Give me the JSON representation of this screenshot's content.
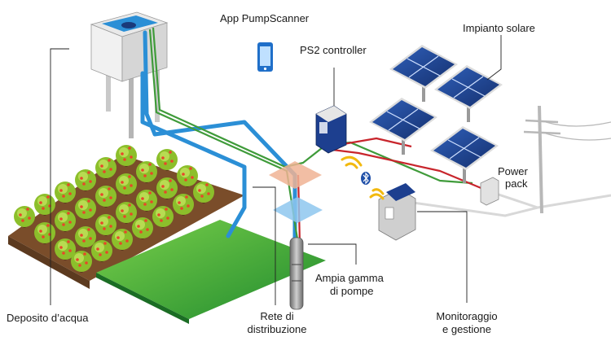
{
  "labels": {
    "app": "App PumpScanner",
    "controller": "PS2 controller",
    "solar": "Impianto solare",
    "power_line1": "Power",
    "power_line2": "pack",
    "pumps_line1": "Ampia gamma",
    "pumps_line2": "di pompe",
    "tank": "Deposito d’acqua",
    "network_line1": "Rete di",
    "network_line2": "distribuzione",
    "monitor_line1": "Monitoraggio",
    "monitor_line2": "e gestione"
  },
  "icons": [
    "smartphone-icon",
    "bluetooth-icon",
    "wireless-signal-icon"
  ],
  "colors": {
    "water_pipe": "#2b8fd6",
    "cable_red": "#c8252c",
    "cable_green": "#3f9b3a",
    "solar_panel": "#1d3f8f",
    "field_green": "#3aa83a",
    "tree_green": "#8cbf2b",
    "fruit": "#e8462a"
  }
}
